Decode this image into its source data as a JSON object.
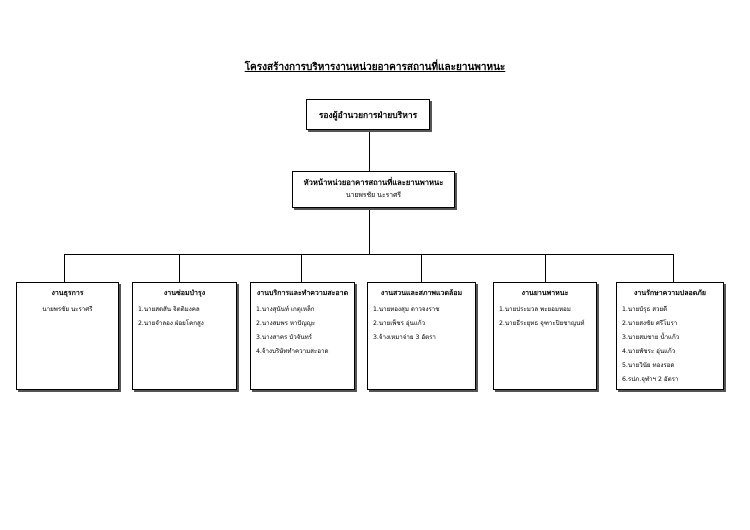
{
  "title": "โครงสร้างการบริหารงานหน่วยอาคารสถานที่และยานพาหนะ",
  "top": {
    "label": "รองผู้อำนวยการฝ่ายบริหาร"
  },
  "head_unit": {
    "label": "หัวหน้าหน่วยอาคารสถานที่และยานพาหนะ",
    "person": "นายพรชัย    นะราศรี"
  },
  "units": [
    {
      "label": "งานธุรการ",
      "members": [
        "นายพรชัย    นะราศรี"
      ]
    },
    {
      "label": "งานซ่อมบำรุง",
      "members": [
        "1.นายสดสัน   จิตติมงคล",
        "2.นายจำลอง   ฝ่อยโคกสูง"
      ]
    },
    {
      "label": "งานบริการและทำความสะอาด",
      "members": [
        "1.นางสุนันท์   เกตุเหล็ก",
        "2.นางสมพร   หาปัญญะ",
        "3.นางสาคร   บัวจันทร์",
        "4.จ้างบริษัททำความสะอาด"
      ]
    },
    {
      "label": "งานสวนและสภาพแวดล้อม",
      "members": [
        "1.นายทองสุม  ดาวจงราช",
        "2.นายเพ็ชร   อุ่นแก้ว",
        "3.จ้างเหมาจ่าย    3   อัตรา"
      ]
    },
    {
      "label": "งานยานพาหนะ",
      "members": [
        "1.นายประมวล  พะยอมหอม",
        "2.นายธีระยุทธ  จุฑาะปิยชาญนท์"
      ]
    },
    {
      "label": "งานรักษาความปลอดภัย",
      "members": [
        "1.นายบัรุธ   สวยดี",
        "2.นายสงชัย  ศรีโมรา",
        "3.นายสมชาย  น้ำแก้ว",
        "4.นายพัชระ  อุ่นแก้ว",
        "5.นายวินัย  ทองรอด",
        "6.รปภ.จุฬาฯ   2   อัตรา"
      ]
    }
  ]
}
